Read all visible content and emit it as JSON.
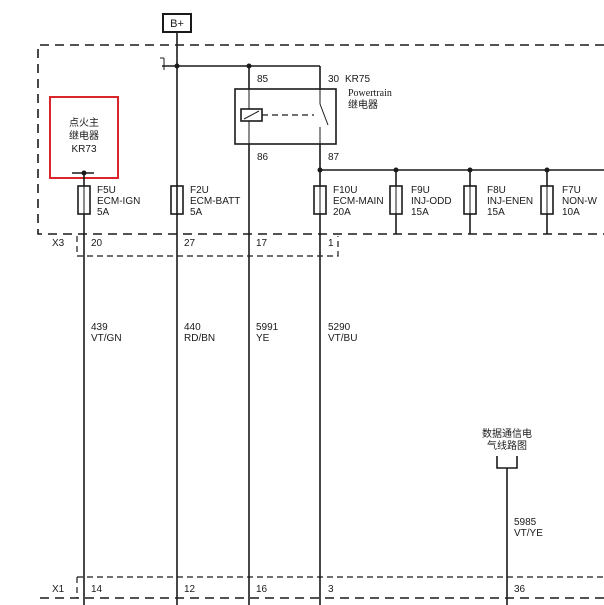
{
  "power_label": "B+",
  "relay_kr75": {
    "pin_in": "85",
    "pin_com": "30",
    "ref": "KR75",
    "name_en": "Powertrain",
    "name_cn": "继电器",
    "pin_coil_out": "86",
    "pin_out": "87"
  },
  "relay_kr73": {
    "name_line1": "点火主",
    "name_line2": "继电器",
    "ref": "KR73"
  },
  "fuses": [
    {
      "id": "F5U",
      "name": "ECM-IGN",
      "rating": "5A"
    },
    {
      "id": "F2U",
      "name": "ECM-BATT",
      "rating": "5A"
    },
    {
      "id": "F10U",
      "name": "ECM-MAIN",
      "rating": "20A"
    },
    {
      "id": "F9U",
      "name": "INJ-ODD",
      "rating": "15A"
    },
    {
      "id": "F8U",
      "name": "INJ-ENEN",
      "rating": "15A"
    },
    {
      "id": "F7U",
      "name": "NON-W",
      "rating": "10A"
    }
  ],
  "connector_x3": {
    "label": "X3",
    "pins": [
      "20",
      "27",
      "17",
      "1"
    ]
  },
  "wires": [
    {
      "circuit": "439",
      "color": "VT/GN"
    },
    {
      "circuit": "440",
      "color": "RD/BN"
    },
    {
      "circuit": "5991",
      "color": "YE"
    },
    {
      "circuit": "5290",
      "color": "VT/BU"
    }
  ],
  "data_comm": {
    "line1": "数据通信电",
    "line2": "气线路图",
    "circuit": "5985",
    "color": "VT/YE"
  },
  "connector_x1": {
    "label": "X1",
    "pins": [
      "14",
      "12",
      "16",
      "3",
      "36"
    ]
  },
  "highlight_color": "#d9262b"
}
